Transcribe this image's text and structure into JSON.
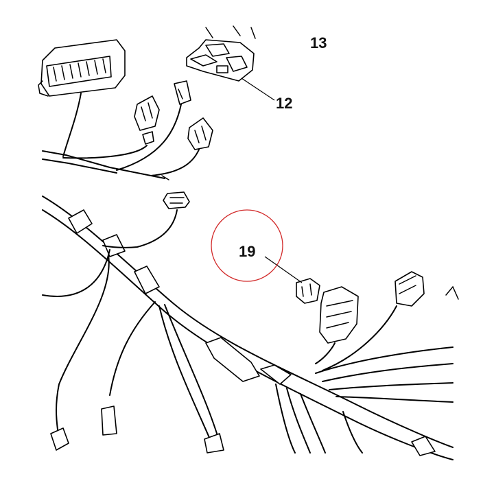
{
  "callouts": {
    "top_right_partial": "13",
    "relay_block": "12",
    "fuse": "19"
  },
  "highlight": {
    "target": "19",
    "color": "#d22b2b"
  },
  "colors": {
    "line": "#000000",
    "background": "#ffffff"
  }
}
